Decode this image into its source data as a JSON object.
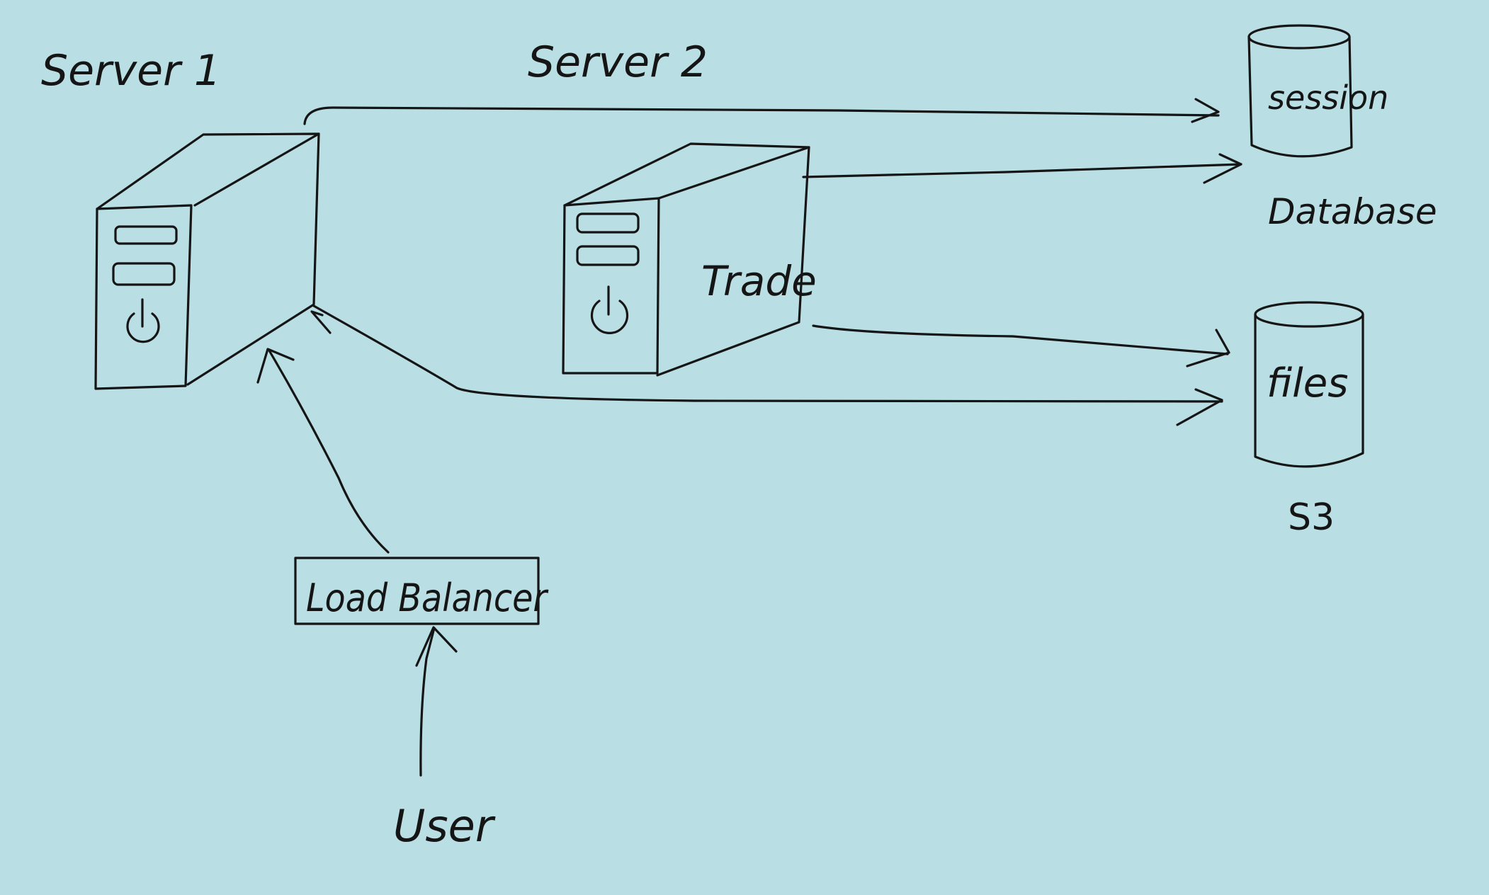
{
  "colors": {
    "background": "#b9dee4",
    "ink": "#151515"
  },
  "labels": {
    "server1": "Server 1",
    "server2": "Server 2",
    "trade": "Trade",
    "session": "session",
    "database": "Database",
    "files": "files",
    "s3": "S3",
    "load_balancer": "Load Balancer",
    "user": "User"
  },
  "icons": {
    "server1": "server-tower-icon",
    "server2": "server-tower-icon",
    "power": "power-icon",
    "session_db": "database-cylinder-icon",
    "files_db": "database-cylinder-icon"
  }
}
